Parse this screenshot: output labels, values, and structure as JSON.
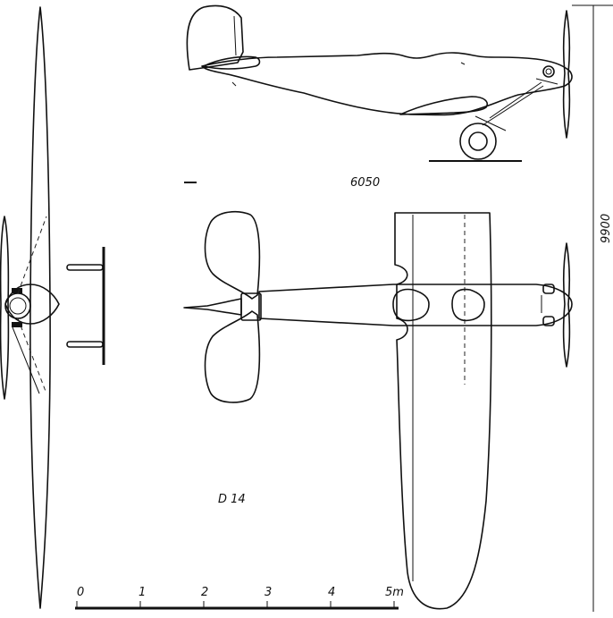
{
  "drawing": {
    "side_view_dimension": "6050",
    "height_dimension": "9900",
    "model_name": "D 14"
  },
  "scale_bar": {
    "ticks": [
      "0",
      "1",
      "2",
      "3",
      "4",
      "5m"
    ]
  }
}
